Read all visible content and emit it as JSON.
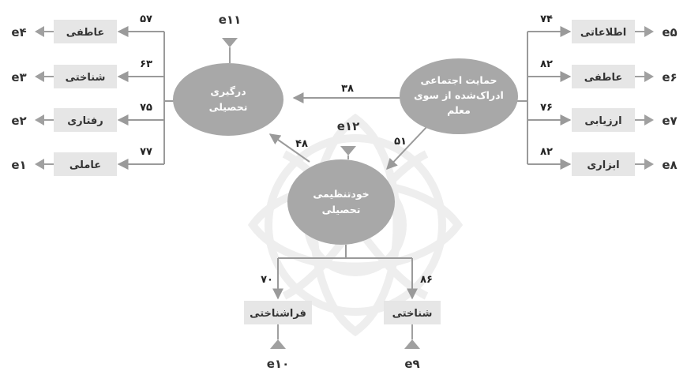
{
  "colors": {
    "box_fill": "#e6e6e6",
    "ellipse_fill": "#a8a8a8",
    "line": "#9a9a9a",
    "text": "#333333",
    "error_label_fill": "#e6e6e6",
    "error_arrow": "#a0a0a0"
  },
  "latent": {
    "engagement": {
      "line1": "درگیری",
      "line2": "تحصیلی"
    },
    "support": {
      "line1": "حمایت اجتماعی",
      "line2": "ادراک‌شده از سوی",
      "line3": "معلم"
    },
    "selfreg": {
      "line1": "خودتنظیمی",
      "line2": "تحصیلی"
    }
  },
  "engagement_indicators": [
    {
      "label": "عاطفی",
      "loading": "۵۷",
      "error": "e۴"
    },
    {
      "label": "شناختی",
      "loading": "۶۳",
      "error": "e۳"
    },
    {
      "label": "رفتاری",
      "loading": "۷۵",
      "error": "e۲"
    },
    {
      "label": "عاملی",
      "loading": "۷۷",
      "error": "e۱"
    }
  ],
  "support_indicators": [
    {
      "label": "اطلاعاتی",
      "loading": "۷۴",
      "error": "e۵"
    },
    {
      "label": "عاطفی",
      "loading": "۸۲",
      "error": "e۶"
    },
    {
      "label": "ارزیابی",
      "loading": "۷۶",
      "error": "e۷"
    },
    {
      "label": "ابزاری",
      "loading": "۸۲",
      "error": "e۸"
    }
  ],
  "selfreg_indicators": [
    {
      "label": "فراشناختی",
      "loading": "۷۰",
      "error": "e۱۰"
    },
    {
      "label": "شناختی",
      "loading": "۸۶",
      "error": "e۹"
    }
  ],
  "latent_errors": {
    "engagement": "e۱۱",
    "selfreg": "e۱۲"
  },
  "paths": {
    "support_to_engagement": "۳۸",
    "support_to_selfreg": "۵۱",
    "selfreg_to_engagement": "۴۸"
  }
}
